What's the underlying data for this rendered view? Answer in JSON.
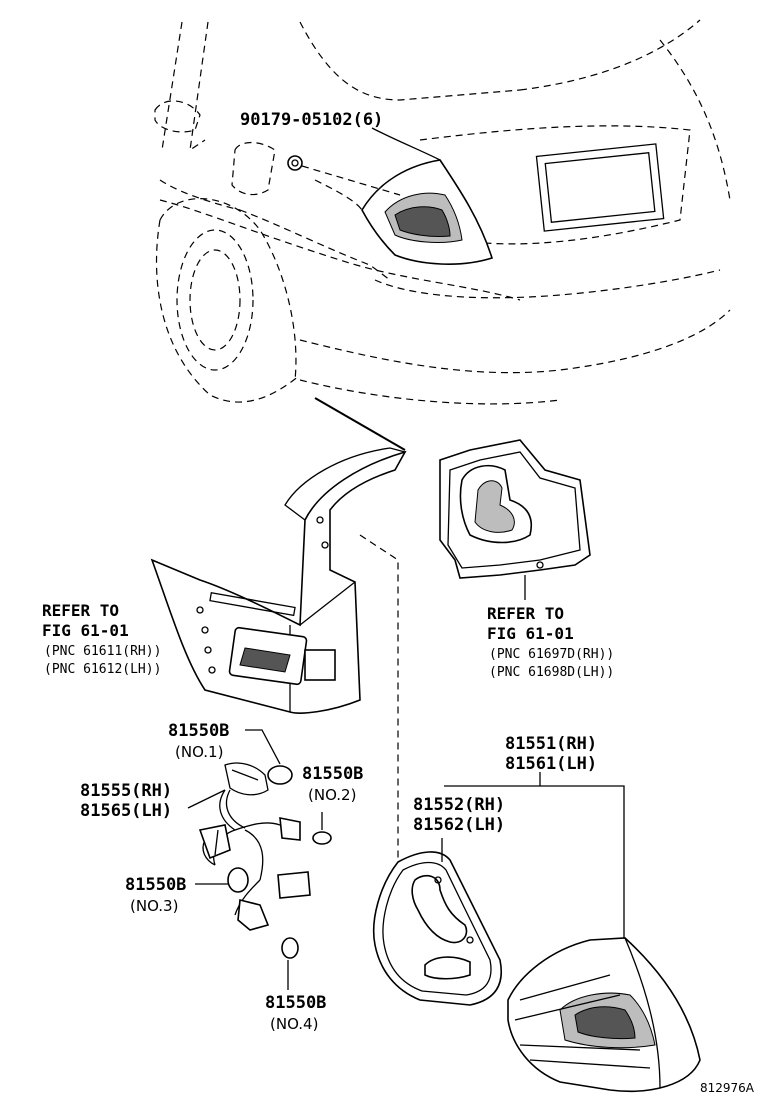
{
  "callouts": {
    "nut": "90179-05102(6)",
    "bulb_no1_part": "81550B",
    "bulb_no1_tag": "(NO.1)",
    "socket_rh": "81555(RH)",
    "socket_lh": "81565(LH)",
    "bulb_no2_part": "81550B",
    "bulb_no2_tag": "(NO.2)",
    "bulb_no3_part": "81550B",
    "bulb_no3_tag": "(NO.3)",
    "bulb_no4_part": "81550B",
    "bulb_no4_tag": "(NO.4)",
    "lamp_rh": "81551(RH)",
    "lamp_lh": "81561(LH)",
    "gasket_rh": "81552(RH)",
    "gasket_lh": "81562(LH)"
  },
  "refer_left": {
    "line1": "REFER TO",
    "line2": "FIG 61-01",
    "pnc_rh": "(PNC 61611(RH))",
    "pnc_lh": "(PNC 61612(LH))"
  },
  "refer_right": {
    "line1": "REFER TO",
    "line2": "FIG 61-01",
    "pnc_rh": "(PNC 61697D(RH))",
    "pnc_lh": "(PNC 61698D(LH))"
  },
  "illustration_code": "812976A",
  "icons": {
    "vehicle": "vehicle-rear-icon",
    "quarter_panel": "quarter-panel-icon",
    "liner": "liner-icon",
    "bulb": "bulb-icon",
    "socket": "socket-icon",
    "gasket": "gasket-icon",
    "lamp": "tail-lamp-icon",
    "nut": "nut-icon"
  }
}
